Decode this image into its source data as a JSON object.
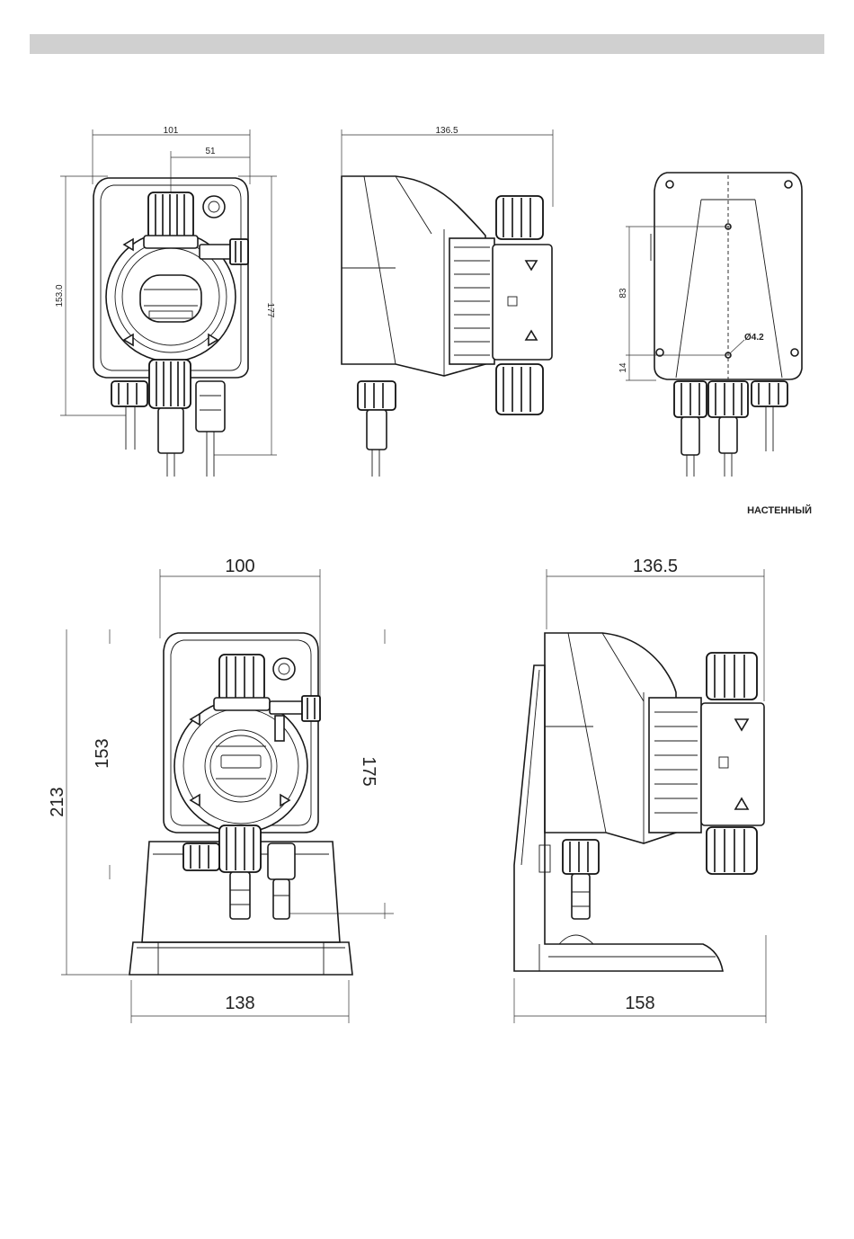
{
  "header_bar": {
    "color": "#d0d0d0"
  },
  "wall_mount": {
    "label": "НАСТЕННЫЙ",
    "front": {
      "width": "101",
      "offset": "51",
      "height": "153.0",
      "total_height": "177"
    },
    "side": {
      "depth": "136.5"
    },
    "back": {
      "hole_spacing": "83",
      "hole_bottom": "14",
      "hole_diameter": "Ø4.2"
    }
  },
  "floor_mount": {
    "front": {
      "body_width": "100",
      "total_height": "213",
      "body_height": "153",
      "outlet_height": "175",
      "base_width": "138"
    },
    "side": {
      "depth": "136.5",
      "base_depth": "158"
    }
  }
}
